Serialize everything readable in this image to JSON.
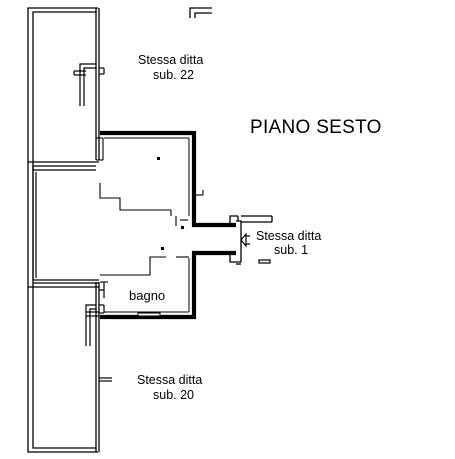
{
  "floor": {
    "title": "PIANO SESTO"
  },
  "labels": {
    "north": {
      "line1": "Stessa ditta",
      "line2": "sub. 22"
    },
    "east": {
      "line1": "Stessa ditta",
      "line2": "sub. 1"
    },
    "south": {
      "line1": "Stessa ditta",
      "line2": "sub. 20"
    },
    "room": "bagno"
  },
  "colors": {
    "ink": "#000000",
    "paper": "#ffffff"
  }
}
